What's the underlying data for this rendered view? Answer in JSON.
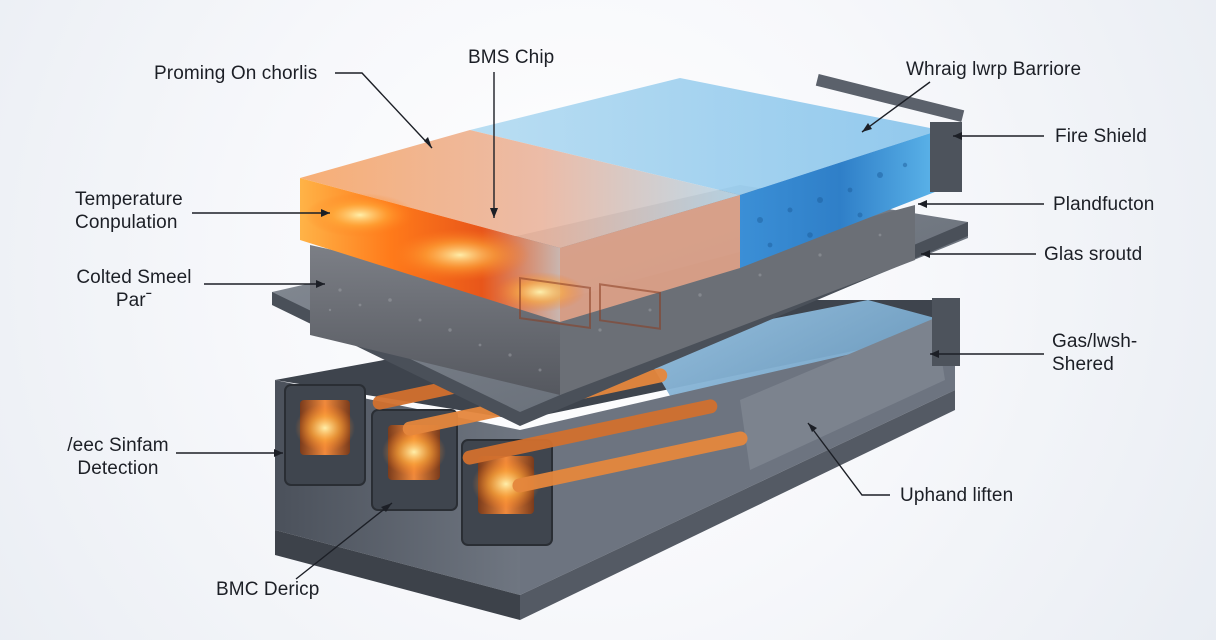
{
  "labels": {
    "proming_on_chorlis": "Proming On chorlis",
    "bms_chip": "BMS Chip",
    "wraig_barrier": "Whraig lwrp Barriore",
    "fire_shield": "Fire Shield",
    "temperature_line1": "Temperature",
    "temperature_line2": "Conpulation",
    "plandfucton": "Plandfucton",
    "glas_sroutd": "Glas sroutd",
    "colted_line1": "Colted Smeel",
    "colted_line2": "Parˉ",
    "gas_line1": "Gas/lwsh-",
    "gas_line2": "Shered",
    "jeec_line1": "/eec Sinfam",
    "jeec_line2": "Detection",
    "uphand_iiften": "Uphand liften",
    "bmc_dericp": "BMC Dericp"
  },
  "colors": {
    "hot_orange": "#ff7a1a",
    "hot_yellow": "#ffd23a",
    "cool_blue": "#4aa8e6",
    "steel": "#5d6470",
    "leader_line": "#1c1f26"
  },
  "icons": [
    "battery-module-illustration"
  ]
}
